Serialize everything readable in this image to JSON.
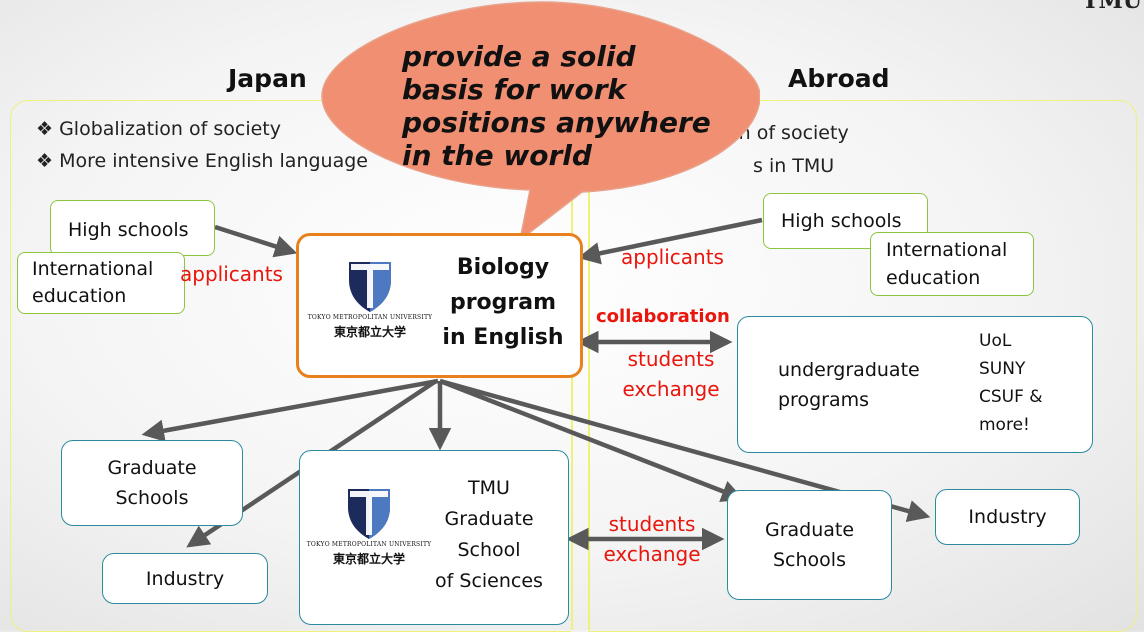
{
  "corner_mark": "TMU",
  "left": {
    "heading": "Japan",
    "bullets": [
      "Globalization of society",
      "More intensive English language"
    ]
  },
  "right": {
    "heading": "Abroad",
    "bullets": [
      "on of society",
      "s in TMU"
    ]
  },
  "bubble": {
    "line1": "provide a solid",
    "line2": "basis for work",
    "line3": "positions anywhere",
    "line4": "in the world"
  },
  "center_program": {
    "line1": "Biology",
    "line2": "program",
    "line3": "in English"
  },
  "logo": {
    "en": "TOKYO METROPOLITAN UNIVERSITY",
    "jp": "東京都立大学"
  },
  "boxes": {
    "high_schools_left": "High schools",
    "intl_edu_left": [
      "International",
      "education"
    ],
    "high_schools_right": "High schools",
    "intl_edu_right": [
      "International",
      "education"
    ],
    "undergrad": [
      "undergraduate",
      "programs"
    ],
    "partners": [
      "UoL",
      "SUNY",
      "CSUF &",
      "more!"
    ],
    "grad_left": [
      "Graduate",
      "Schools"
    ],
    "industry_left": "Industry",
    "tmu_grad": [
      "TMU",
      "Graduate",
      "School",
      "of Sciences"
    ],
    "grad_right": [
      "Graduate",
      "Schools"
    ],
    "industry_right": "Industry"
  },
  "labels": {
    "applicants_left": "applicants",
    "applicants_right": "applicants",
    "collaboration": "collaboration",
    "students": "students",
    "exchange": "exchange",
    "students2": "students",
    "exchange2": "exchange"
  },
  "colors": {
    "bubble_fill": "#f08f72",
    "bubble_stroke": "#e8a18a",
    "center_border": "#e8801e",
    "arrow": "#595959",
    "label_red": "#e8160c",
    "logo_navy": "#1c2b5c",
    "logo_blue": "#4d79c1"
  }
}
